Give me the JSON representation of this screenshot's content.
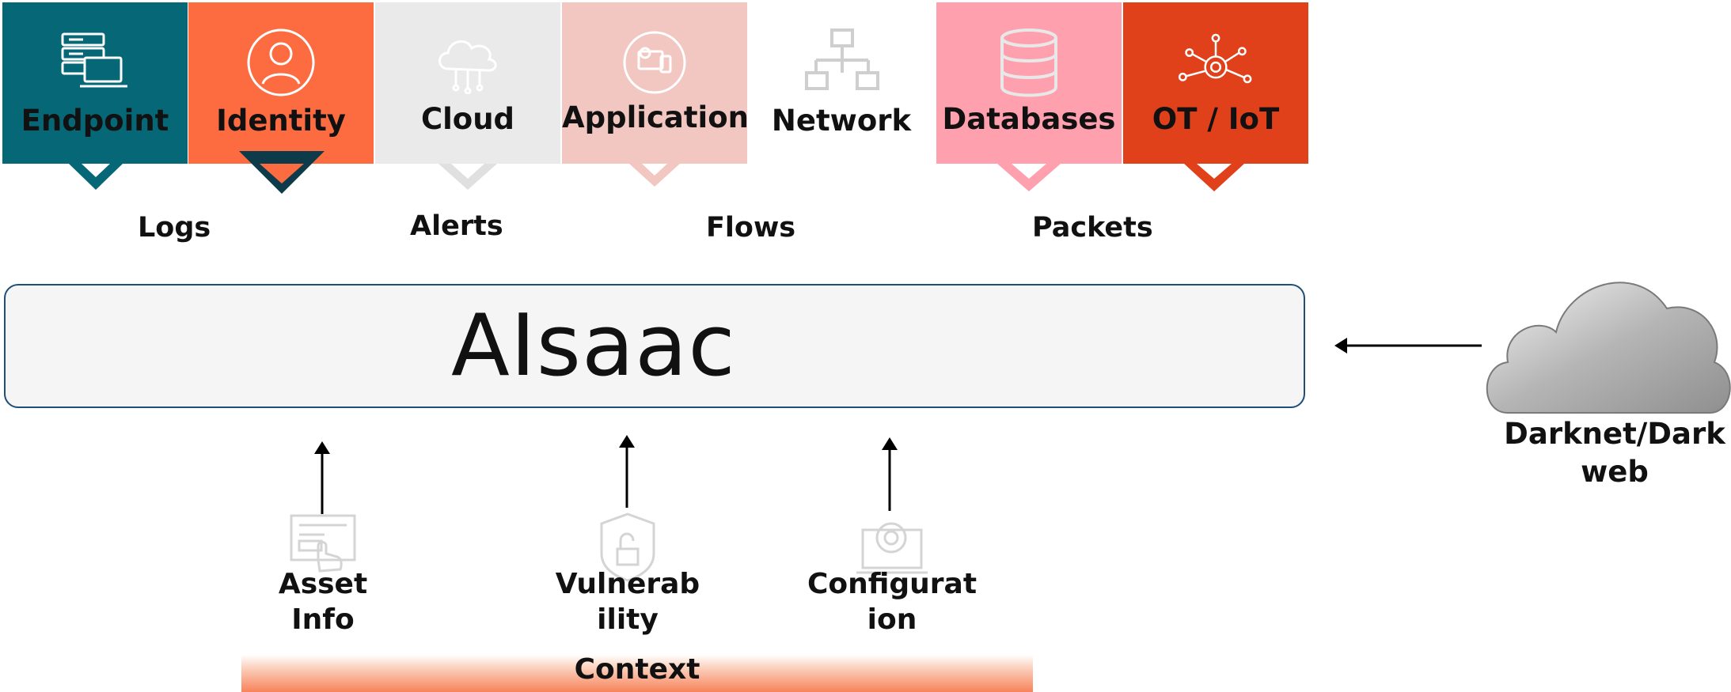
{
  "sources": [
    {
      "label": "Endpoint",
      "color": "#066777",
      "notch": "#066777",
      "icon": "server-laptop-icon"
    },
    {
      "label": "Identity",
      "color": "#fd6b41",
      "notch": "#0e3b4a",
      "icon": "user-icon"
    },
    {
      "label": "Cloud",
      "color": "#eaeaea",
      "notch": "#e0e0e0",
      "icon": "cloud-network-icon"
    },
    {
      "label": "Applications",
      "color": "#f3c7c1",
      "notch": "#f3c7c1",
      "icon": "devices-gear-icon"
    },
    {
      "label": "Network",
      "color": "#ffffff",
      "notch": null,
      "icon": "network-topology-icon"
    },
    {
      "label": "Databases",
      "color": "#fea0ad",
      "notch": "#fea0ad",
      "icon": "database-icon"
    },
    {
      "label": "OT / IoT",
      "color": "#e0401a",
      "notch": "#e0401a",
      "icon": "iot-hub-icon"
    }
  ],
  "data_types": [
    "Logs",
    "Alerts",
    "Flows",
    "Packets"
  ],
  "main": {
    "title": "AIsaac"
  },
  "context_items": [
    {
      "label_line1": "Asset",
      "label_line2": "Info",
      "icon": "asset-form-icon"
    },
    {
      "label_line1": "Vulnerab",
      "label_line2": "ility",
      "icon": "shield-lock-icon"
    },
    {
      "label_line1": "Configurat",
      "label_line2": "ion",
      "icon": "laptop-gear-icon"
    }
  ],
  "context": {
    "label": "Context"
  },
  "external": {
    "label_line1": "Darknet/Dark",
    "label_line2": "web",
    "icon": "darknet-cloud-icon"
  }
}
